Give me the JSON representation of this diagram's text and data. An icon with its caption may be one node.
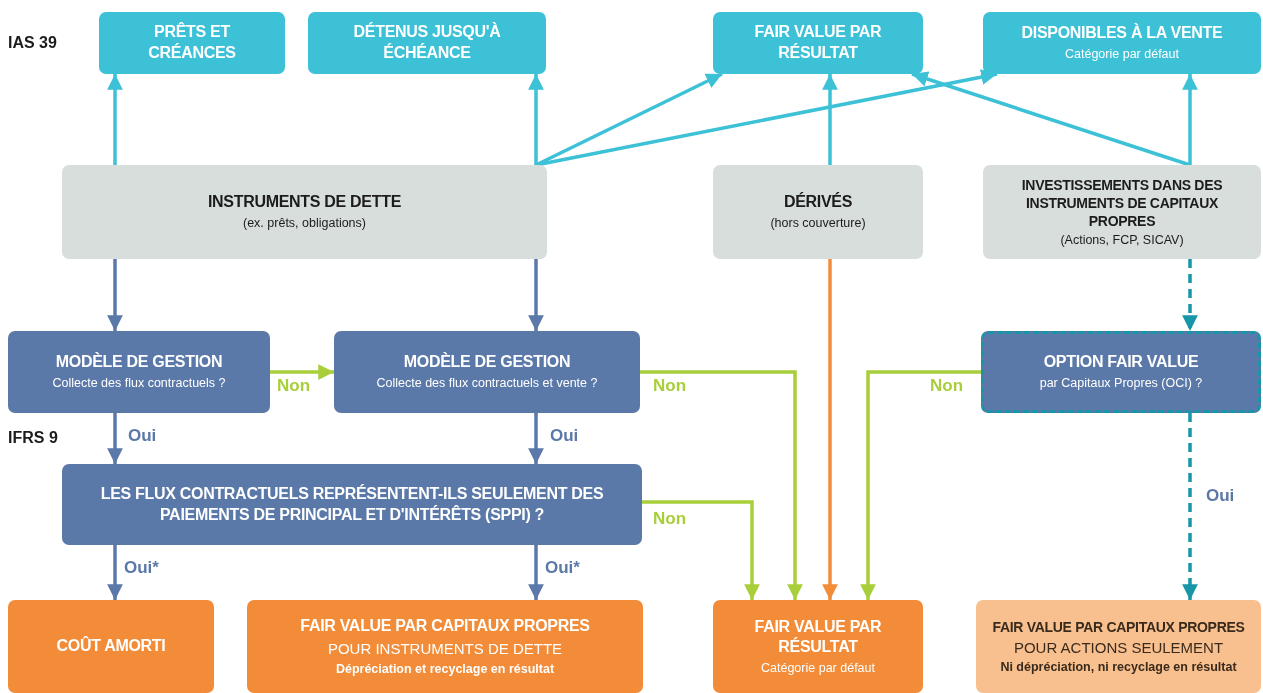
{
  "diagram": {
    "nodes": [
      {
        "text": [
          "PRÊTS ET CRÉANCES"
        ]
      },
      {
        "text": [
          "DÉTENUS JUSQU'À ÉCHÉANCE"
        ]
      },
      {
        "text": [
          "FAIR VALUE PAR RÉSULTAT"
        ]
      },
      {
        "text": [
          "DISPONIBLES À LA VENTE",
          "Catégorie par défaut"
        ]
      },
      {
        "text": [
          "INSTRUMENTS DE DETTE",
          "(ex. prêts, obligations)"
        ]
      },
      {
        "text": [
          "DÉRIVÉS",
          "(hors couverture)"
        ]
      },
      {
        "text": [
          "INVESTISSEMENTS DANS DES INSTRUMENTS DE CAPITAUX PROPRES",
          "(Actions, FCP, SICAV)"
        ]
      },
      {
        "text": [
          "MODÈLE DE GESTION",
          "Collecte des flux contractuels ?"
        ]
      },
      {
        "text": [
          "MODÈLE DE GESTION",
          "Collecte des flux contractuels et vente ?"
        ]
      },
      {
        "text": [
          "OPTION FAIR VALUE",
          "par Capitaux Propres (OCI) ?"
        ]
      },
      {
        "text": [
          "LES FLUX CONTRACTUELS REPRÉSENTENT-ILS SEULEMENT DES PAIEMENTS DE PRINCIPAL ET D'INTÉRÊTS (SPPI) ?"
        ]
      },
      {
        "text": [
          "COÛT AMORTI"
        ]
      },
      {
        "text": [
          "FAIR VALUE PAR CAPITAUX PROPRES",
          "POUR INSTRUMENTS DE DETTE",
          "Dépréciation et recyclage en résultat"
        ]
      },
      {
        "text": [
          "FAIR VALUE PAR RÉSULTAT",
          "Catégorie par défaut"
        ]
      },
      {
        "text": [
          "FAIR VALUE PAR CAPITAUX PROPRES",
          "POUR ACTIONS SEULEMENT",
          "Ni dépréciation, ni recyclage en résultat"
        ]
      }
    ],
    "edges": [
      {
        "from": 4,
        "to": 0,
        "arrow": "to"
      },
      {
        "from": 4,
        "to": 1,
        "arrow": "to"
      },
      {
        "from": 4,
        "to": 2,
        "arrow": "to"
      },
      {
        "from": 4,
        "to": 3,
        "arrow": "to"
      },
      {
        "from": 5,
        "to": 2,
        "arrow": "to"
      },
      {
        "from": 6,
        "to": 3,
        "arrow": "to"
      },
      {
        "from": 6,
        "to": 2,
        "arrow": "to"
      },
      {
        "from": 4,
        "to": 7,
        "arrow": "to",
        "color": "#5b79a8"
      },
      {
        "from": 4,
        "to": 8,
        "arrow": "to",
        "color": "#5b79a8"
      },
      {
        "from": 6,
        "to": 9,
        "arrow": "to",
        "style": "dashed",
        "color": "#1796a8"
      },
      {
        "from": 7,
        "to": 8,
        "arrow": "to",
        "label": "Non",
        "color": "#a8cf3a"
      },
      {
        "from": 7,
        "to": 10,
        "arrow": "to",
        "label": "Oui",
        "color": "#5b79a8"
      },
      {
        "from": 8,
        "to": 10,
        "arrow": "to",
        "label": "Oui",
        "color": "#5b79a8"
      },
      {
        "from": 8,
        "to": 13,
        "arrow": "to",
        "label": "Non",
        "color": "#a8cf3a"
      },
      {
        "from": 9,
        "to": 13,
        "arrow": "to",
        "label": "Non",
        "color": "#a8cf3a"
      },
      {
        "from": 10,
        "to": 13,
        "arrow": "to",
        "label": "Non",
        "color": "#a8cf3a"
      },
      {
        "from": 10,
        "to": 11,
        "arrow": "to",
        "label": "Oui*",
        "color": "#5b79a8"
      },
      {
        "from": 10,
        "to": 12,
        "arrow": "to",
        "label": "Oui*",
        "color": "#5b79a8"
      },
      {
        "from": 5,
        "to": 13,
        "arrow": "to",
        "color": "#f28c38"
      },
      {
        "from": 9,
        "to": 14,
        "arrow": "to",
        "label": "Oui",
        "style": "dashed",
        "color": "#1796a8"
      }
    ],
    "labels": [
      "IAS 39",
      "IFRS 9"
    ]
  }
}
